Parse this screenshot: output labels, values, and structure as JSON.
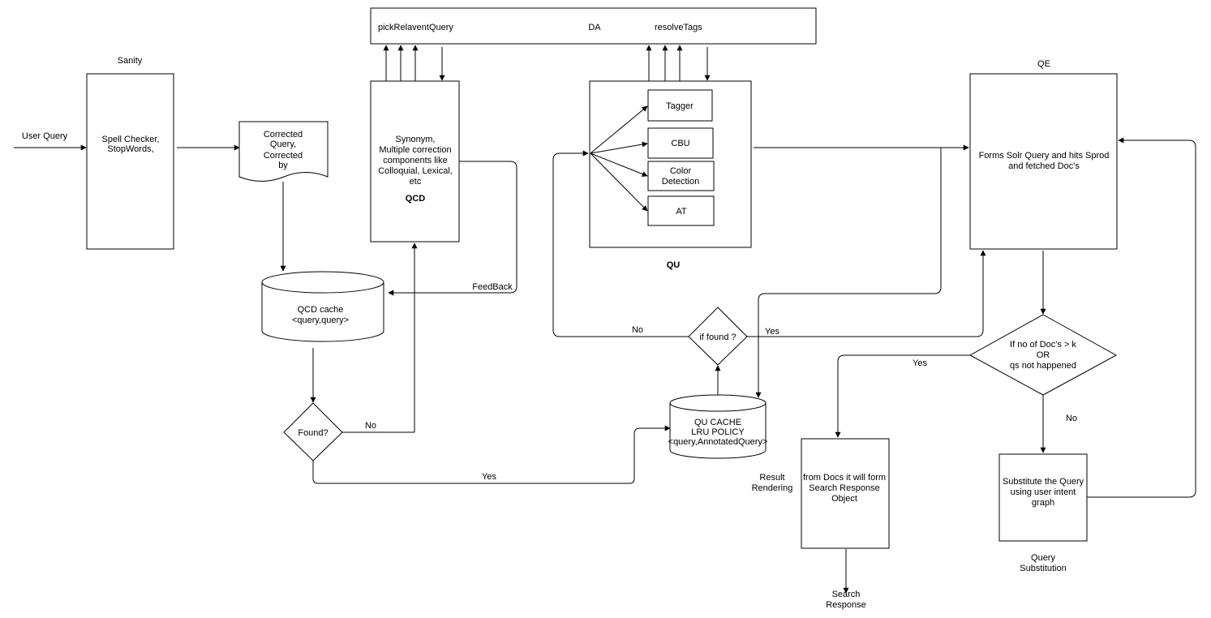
{
  "diagram": {
    "da_bar": {
      "pick_label": "pickRelaventQuery",
      "title": "DA",
      "resolve_label": "resolveTags"
    },
    "sanity": {
      "title": "Sanity",
      "lines": [
        "Spell Checker,",
        "StopWords,"
      ]
    },
    "user_query": "User Query",
    "corrected": {
      "lines": [
        "Corrected",
        "Query,",
        "Corrected",
        "by"
      ]
    },
    "qcd": {
      "lines": [
        "Synonym,",
        "Multiple correction",
        "components like",
        "Colloquial, Lexical,",
        "etc"
      ],
      "title": "QCD"
    },
    "qcd_cache": {
      "lines": [
        "QCD cache",
        "<query,query>"
      ]
    },
    "feedback": "FeedBack",
    "found_q": "Found?",
    "found_no": "No",
    "found_yes": "Yes",
    "qu": {
      "title": "QU",
      "components": [
        "Tagger",
        "CBU",
        "Color\nDetection",
        "AT"
      ]
    },
    "qu_cache": {
      "lines": [
        "QU CACHE",
        "LRU POLICY",
        "<query,AnnotatedQuery>"
      ]
    },
    "if_found": "if found ?",
    "if_found_no": "No",
    "if_found_yes": "Yes",
    "qe": {
      "title": "QE",
      "lines": [
        "Forms Solr Query and hits Sprod",
        "and fetched Doc's"
      ]
    },
    "decision": {
      "lines": [
        "If no of Doc's > k",
        "OR",
        "qs not happened"
      ],
      "yes": "Yes",
      "no": "No"
    },
    "result": {
      "label_lines": [
        "Result",
        "Rendering"
      ],
      "lines": [
        "from Docs it will form",
        "Search Response",
        "Object"
      ]
    },
    "search_response": [
      "Search",
      "Response"
    ],
    "substitute": {
      "lines": [
        "Substitute the Query",
        "using user intent",
        "graph"
      ],
      "label_lines": [
        "Query",
        "Substitution"
      ]
    }
  }
}
